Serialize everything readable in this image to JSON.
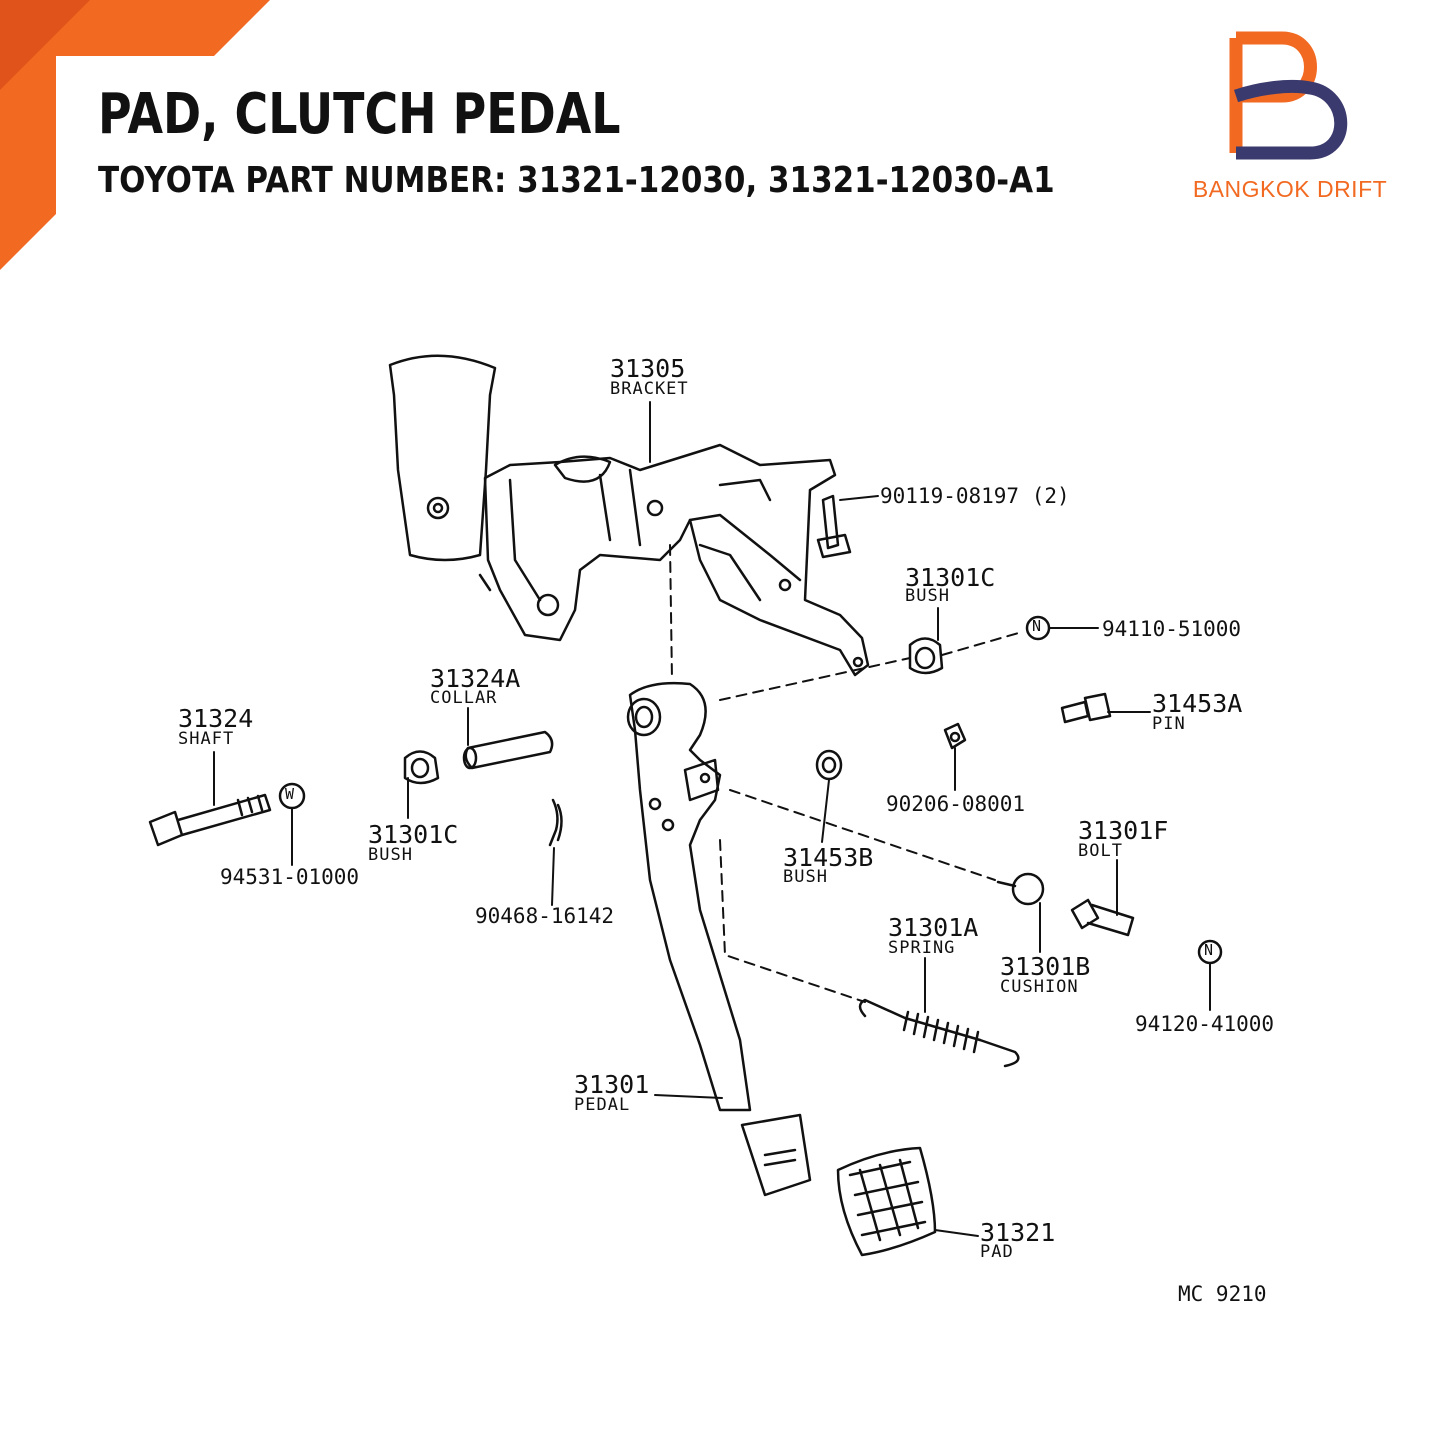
{
  "header": {
    "title": "PAD, CLUTCH PEDAL",
    "subtitle": "TOYOTA PART NUMBER: 31321-12030, 31321-12030-A1"
  },
  "brand": {
    "name": "BANGKOK DRIFT",
    "colors": {
      "orange": "#f26a21",
      "navy": "#3b3a6e"
    }
  },
  "diagram": {
    "code": "MC 9210",
    "parts": [
      {
        "number": "31305",
        "name": "BRACKET"
      },
      {
        "number": "90119-08197 (2)"
      },
      {
        "number": "31301C",
        "name": "BUSH"
      },
      {
        "number": "94110-51000",
        "marker": "N"
      },
      {
        "number": "31324A",
        "name": "COLLAR"
      },
      {
        "number": "31324",
        "name": "SHAFT"
      },
      {
        "number": "94531-01000",
        "marker": "W"
      },
      {
        "number": "31301C",
        "name": "BUSH"
      },
      {
        "number": "90468-16142"
      },
      {
        "number": "31453A",
        "name": "PIN"
      },
      {
        "number": "90206-08001"
      },
      {
        "number": "31453B",
        "name": "BUSH"
      },
      {
        "number": "31301F",
        "name": "BOLT"
      },
      {
        "number": "31301A",
        "name": "SPRING"
      },
      {
        "number": "31301B",
        "name": "CUSHION"
      },
      {
        "number": "94120-41000",
        "marker": "N"
      },
      {
        "number": "31301",
        "name": "PEDAL"
      },
      {
        "number": "31321",
        "name": "PAD"
      }
    ]
  }
}
